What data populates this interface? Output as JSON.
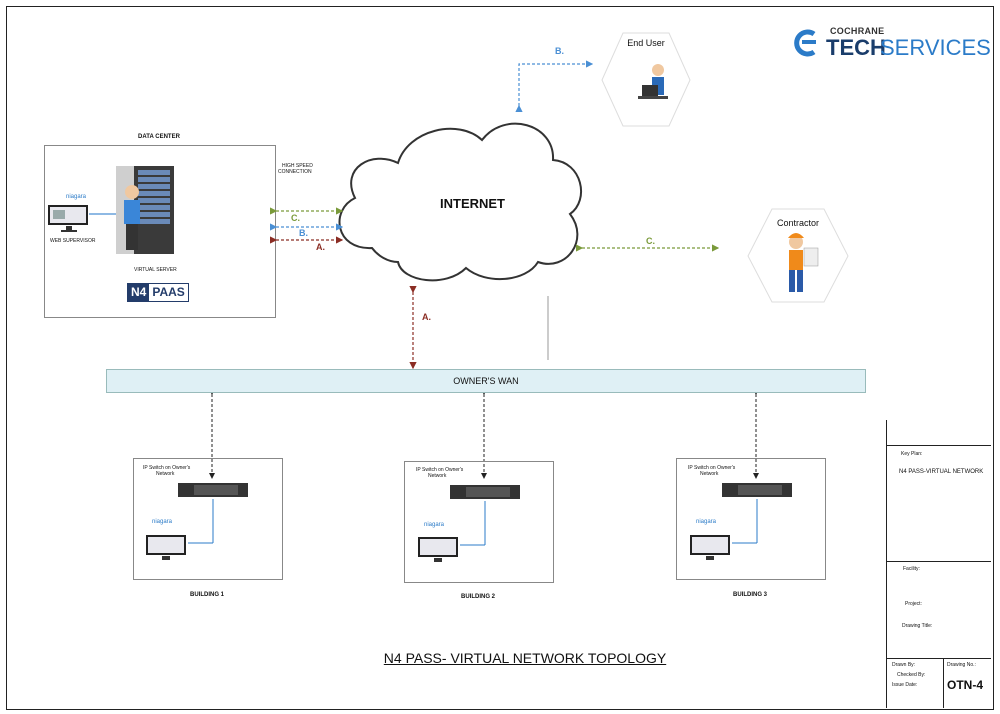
{
  "logo": {
    "top": "COCHRANE",
    "main_dark": "TECH",
    "main_blue": "SERVICES"
  },
  "datacenter": {
    "title": "DATA CENTER",
    "web_supervisor": "WEB SUPERVISOR",
    "virtual_server": "VIRTUAL SERVER",
    "badge_n4": "N4",
    "badge_paas": "PAAS",
    "niagara": "niagara"
  },
  "connection": {
    "line1": "HIGH SPEED",
    "line2": "CONNECTION"
  },
  "cloud": {
    "label": "INTERNET"
  },
  "nodes": {
    "end_user": "End User",
    "contractor": "Contractor"
  },
  "links": {
    "a": "A.",
    "b": "B.",
    "c": "C."
  },
  "wan": {
    "label": "OWNER'S WAN"
  },
  "buildings": [
    {
      "switch_line1": "IP Switch on Owner's",
      "switch_line2": "Network",
      "label": "BUILDING 1",
      "niagara": "niagara"
    },
    {
      "switch_line1": "IP Switch on Owner's",
      "switch_line2": "Network",
      "label": "BUILDING 2",
      "niagara": "niagara"
    },
    {
      "switch_line1": "IP Switch on Owner's",
      "switch_line2": "Network",
      "label": "BUILDING 3",
      "niagara": "niagara"
    }
  ],
  "title": "N4 PASS- VIRTUAL NETWORK TOPOLOGY",
  "title_block": {
    "key_plan": "Key Plan:",
    "key_plan_value": "N4 PASS-VIRTUAL NETWORK",
    "facility": "Facility:",
    "project": "Project:",
    "drawing_title": "Drawing Title:",
    "drawn_by": "Drawn By:",
    "checked_by": "Checked By:",
    "issue_date": "Issue Date:",
    "drawing_no": "Drawing No.:",
    "drawing_no_value": "OTN-4"
  },
  "colors": {
    "a": "#8b2d24",
    "b": "#4a8fd4",
    "c": "#7a9a3a",
    "wan_fill": "#dff0f5",
    "brand_blue": "#2b7bc8"
  }
}
